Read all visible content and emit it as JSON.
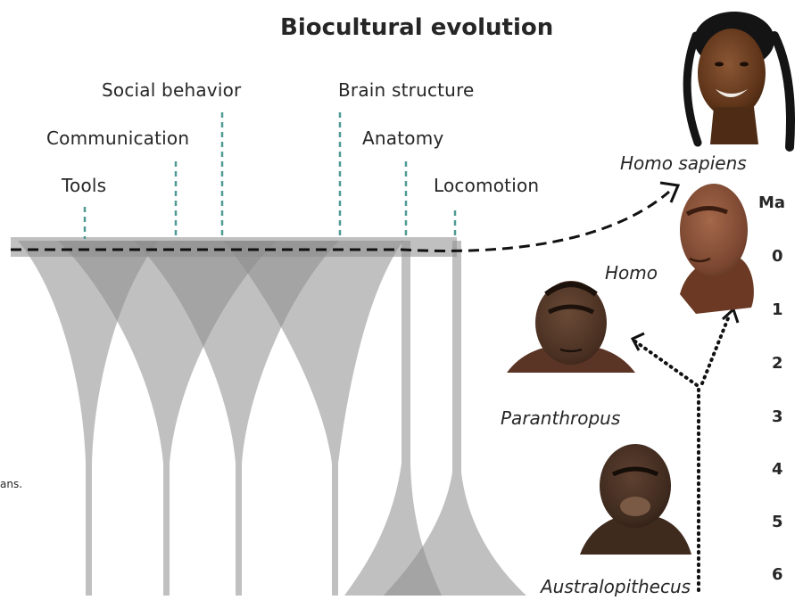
{
  "title": "Biocultural evolution",
  "categories": {
    "social_behavior": "Social behavior",
    "brain_structure": "Brain structure",
    "communication": "Communication",
    "anatomy": "Anatomy",
    "tools": "Tools",
    "locomotion": "Locomotion"
  },
  "species": {
    "homo_sapiens": "Homo sapiens",
    "homo": "Homo",
    "paranthropus": "Paranthropus",
    "australopithecus": "Australopithecus"
  },
  "time_axis": {
    "unit": "Ma",
    "ticks": [
      "0",
      "1",
      "2",
      "3",
      "4",
      "5",
      "6"
    ]
  },
  "fragment_text": "ans.",
  "colors": {
    "band": "#8c8c8c",
    "dashed_marker": "#4f9a94",
    "arrow": "#111111",
    "skin": "#6b3f22",
    "skin_dark": "#3e2210",
    "hair": "#141414"
  }
}
